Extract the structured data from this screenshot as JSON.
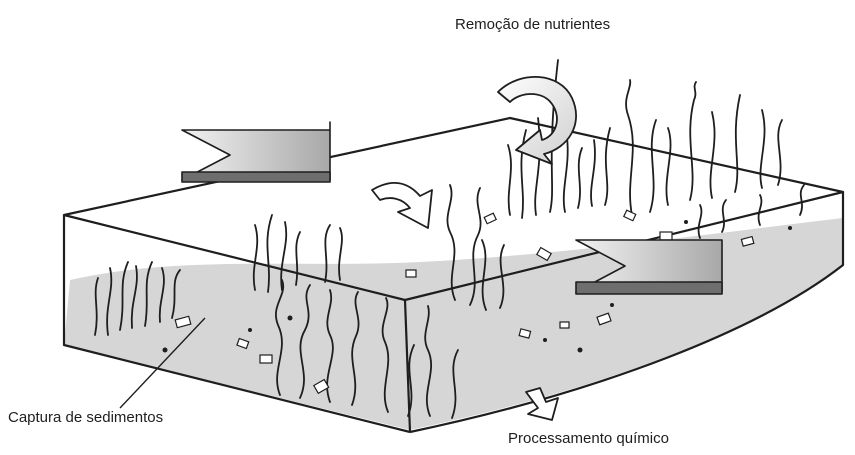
{
  "labels": {
    "nutrient_removal": "Remoção de nutrientes",
    "sediment_capture": "Captura de sedimentos",
    "chemical_processing": "Processamento químico"
  },
  "icons": {
    "inflow": "arrow-right-icon",
    "outflow": "arrow-right-icon",
    "nutrient_uptake": "circular-arrow-icon",
    "sediment_settling": "arrow-down-icon",
    "processing": "arrow-down-icon"
  },
  "colors": {
    "line": "#1e1e1e",
    "arrow_light": "#dcdcdc",
    "arrow_mid": "#a0a0a0",
    "arrow_dark": "#6e6e6e",
    "sediment": "#d6d6d6"
  }
}
